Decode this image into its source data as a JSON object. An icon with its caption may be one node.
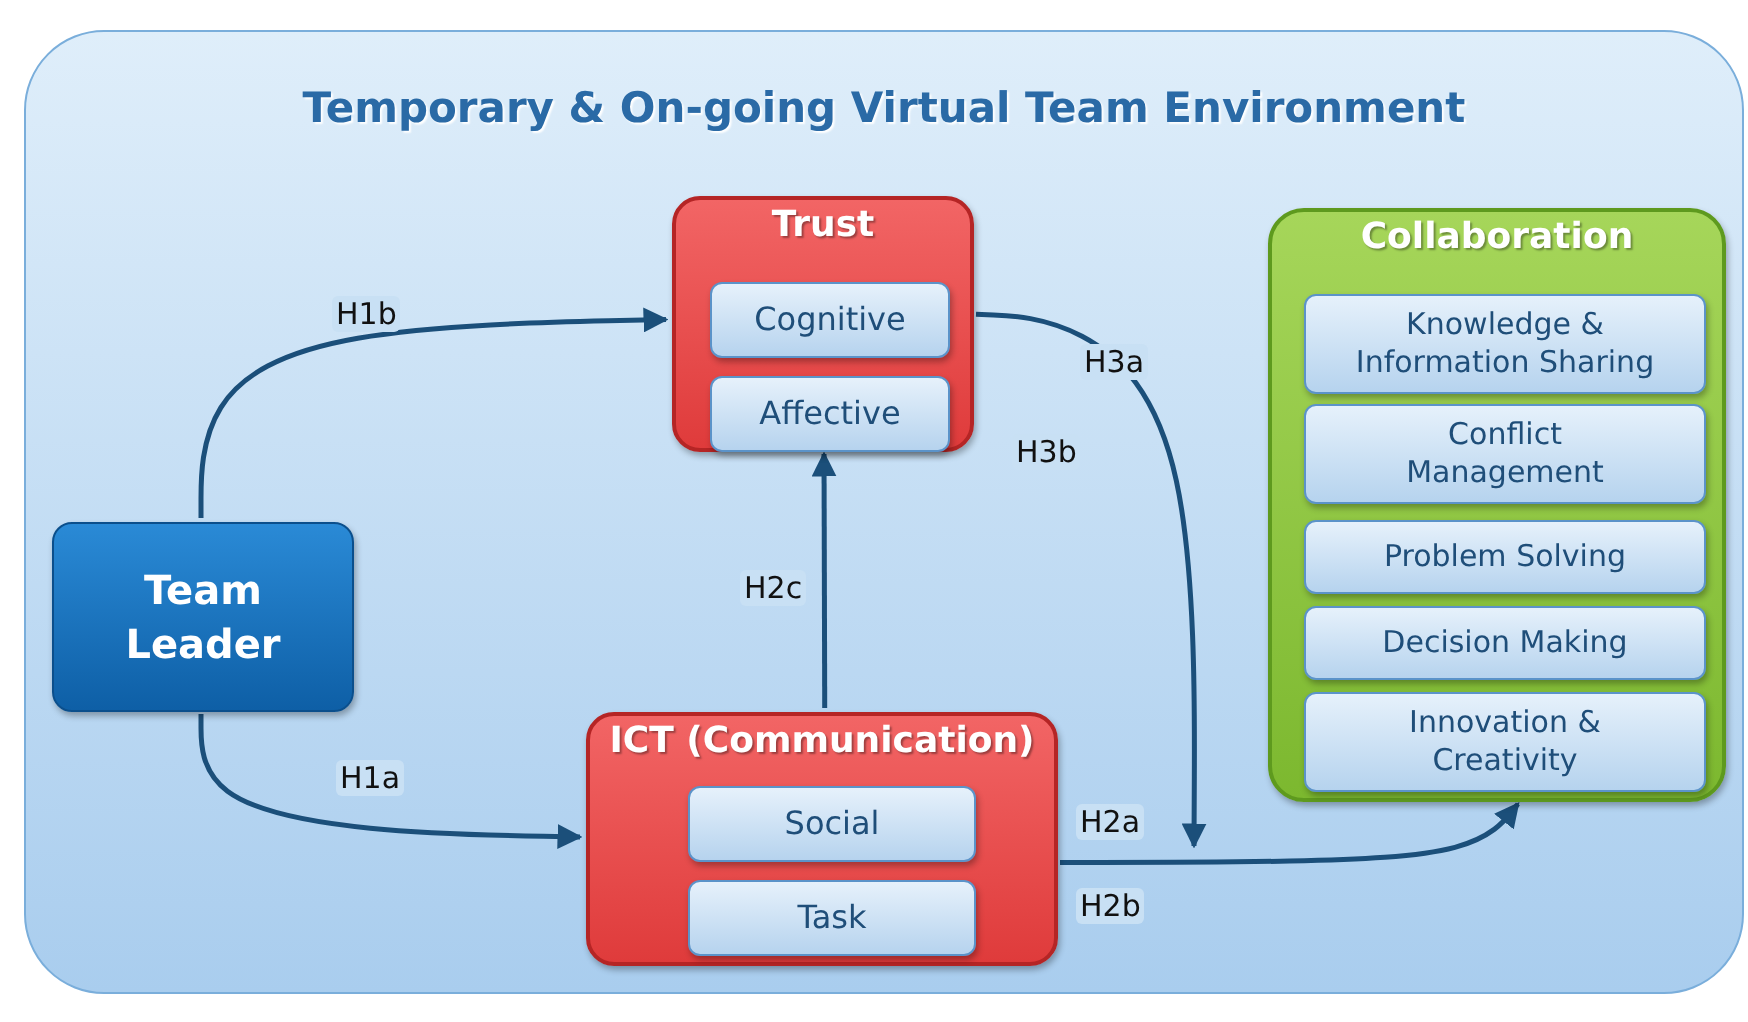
{
  "diagram": {
    "nodes": [
      {
        "text": [
          "Temporary & On-going Virtual Team Environment"
        ]
      },
      {
        "text": [
          "Team Leader"
        ],
        "in": 0
      },
      {
        "text": [
          "Trust"
        ],
        "in": 0
      },
      {
        "text": [
          "Cognitive"
        ],
        "in": 2
      },
      {
        "text": [
          "Affective"
        ],
        "in": 2
      },
      {
        "text": [
          "ICT (Communication)"
        ],
        "in": 0
      },
      {
        "text": [
          "Social"
        ],
        "in": 5
      },
      {
        "text": [
          "Task"
        ],
        "in": 5
      },
      {
        "text": [
          "Collaboration"
        ],
        "in": 0
      },
      {
        "text": [
          "Knowledge & Information Sharing"
        ],
        "in": 8
      },
      {
        "text": [
          "Conflict Management"
        ],
        "in": 8
      },
      {
        "text": [
          "Problem Solving"
        ],
        "in": 8
      },
      {
        "text": [
          "Decision Making"
        ],
        "in": 8
      },
      {
        "text": [
          "Innovation & Creativity"
        ],
        "in": 8
      }
    ],
    "edges": [
      {
        "from": 1,
        "to": 2,
        "arrow": "to",
        "label": "H1b"
      },
      {
        "from": 1,
        "to": 5,
        "arrow": "to",
        "label": "H1a"
      },
      {
        "from": 5,
        "to": 2,
        "arrow": "to",
        "label": "H2c"
      },
      {
        "from": 2,
        "to": null,
        "arrow": "to",
        "label": "H3a"
      },
      {
        "from": 5,
        "to": 8,
        "arrow": "to",
        "label": "H2a"
      }
    ],
    "labels": [
      "H3b",
      "H2b"
    ]
  }
}
